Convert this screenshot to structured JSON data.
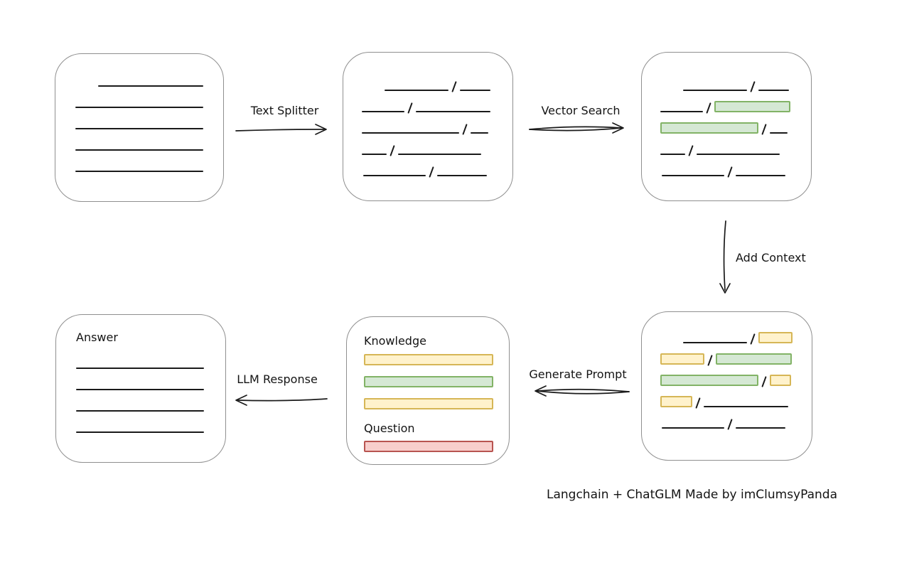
{
  "caption": "Langchain + ChatGLM Made by imClumsyPanda",
  "colors": {
    "green_fill": "#d5e8d4",
    "green_border": "#82b366",
    "yellow_fill": "#fff2cc",
    "yellow_border": "#d6b656",
    "red_fill": "#f8cecc",
    "red_border": "#b85450",
    "box_border": "#8f8f8f",
    "line": "#1a1a1a"
  },
  "arrows": {
    "text_splitter": {
      "label": "Text Splitter",
      "direction": "right"
    },
    "vector_search": {
      "label": "Vector Search",
      "direction": "right"
    },
    "add_context": {
      "label": "Add Context",
      "direction": "down"
    },
    "generate_prompt": {
      "label": "Generate Prompt",
      "direction": "left"
    },
    "llm_response": {
      "label": "LLM Response",
      "direction": "left"
    }
  },
  "boxes": {
    "source_document": {
      "rows": [
        {
          "indent": 32,
          "segments": [
            {
              "kind": "line",
              "w": 148
            }
          ]
        },
        {
          "segments": [
            {
              "kind": "line",
              "w": 180
            }
          ]
        },
        {
          "segments": [
            {
              "kind": "line",
              "w": 180
            }
          ]
        },
        {
          "segments": [
            {
              "kind": "line",
              "w": 180
            }
          ]
        },
        {
          "segments": [
            {
              "kind": "line",
              "w": 180
            }
          ]
        }
      ]
    },
    "split_document": {
      "rows": [
        {
          "indent": 32,
          "segments": [
            {
              "kind": "line",
              "w": 90
            },
            {
              "kind": "slash"
            },
            {
              "kind": "line",
              "w": 43
            }
          ]
        },
        {
          "segments": [
            {
              "kind": "line",
              "w": 60
            },
            {
              "kind": "slash"
            },
            {
              "kind": "line",
              "w": 105
            }
          ]
        },
        {
          "segments": [
            {
              "kind": "line",
              "w": 137
            },
            {
              "kind": "slash"
            },
            {
              "kind": "line",
              "w": 25
            }
          ]
        },
        {
          "segments": [
            {
              "kind": "line",
              "w": 35
            },
            {
              "kind": "slash"
            },
            {
              "kind": "line",
              "w": 117
            }
          ]
        },
        {
          "indent": 2,
          "segments": [
            {
              "kind": "line",
              "w": 88
            },
            {
              "kind": "slash"
            },
            {
              "kind": "line",
              "w": 70
            }
          ]
        }
      ]
    },
    "vector_matches": {
      "rows": [
        {
          "indent": 32,
          "segments": [
            {
              "kind": "line",
              "w": 90
            },
            {
              "kind": "slash"
            },
            {
              "kind": "line",
              "w": 43
            }
          ]
        },
        {
          "segments": [
            {
              "kind": "line",
              "w": 60
            },
            {
              "kind": "slash"
            },
            {
              "kind": "chip",
              "color": "green",
              "w": 107
            }
          ]
        },
        {
          "segments": [
            {
              "kind": "chip",
              "color": "green",
              "w": 138
            },
            {
              "kind": "slash"
            },
            {
              "kind": "line",
              "w": 25
            }
          ]
        },
        {
          "segments": [
            {
              "kind": "line",
              "w": 35
            },
            {
              "kind": "slash"
            },
            {
              "kind": "line",
              "w": 117
            }
          ]
        },
        {
          "indent": 2,
          "segments": [
            {
              "kind": "line",
              "w": 88
            },
            {
              "kind": "slash"
            },
            {
              "kind": "line",
              "w": 70
            }
          ]
        }
      ]
    },
    "context_selection": {
      "rows": [
        {
          "indent": 32,
          "segments": [
            {
              "kind": "line",
              "w": 90
            },
            {
              "kind": "slash"
            },
            {
              "kind": "chip",
              "color": "yellow",
              "w": 48
            }
          ]
        },
        {
          "segments": [
            {
              "kind": "chip",
              "color": "yellow",
              "w": 62
            },
            {
              "kind": "slash"
            },
            {
              "kind": "chip",
              "color": "green",
              "w": 107
            }
          ]
        },
        {
          "segments": [
            {
              "kind": "chip",
              "color": "green",
              "w": 138
            },
            {
              "kind": "slash"
            },
            {
              "kind": "chip",
              "color": "yellow",
              "w": 30
            }
          ]
        },
        {
          "segments": [
            {
              "kind": "chip",
              "color": "yellow",
              "w": 45
            },
            {
              "kind": "slash"
            },
            {
              "kind": "line",
              "w": 119
            }
          ]
        },
        {
          "indent": 2,
          "segments": [
            {
              "kind": "line",
              "w": 88
            },
            {
              "kind": "slash"
            },
            {
              "kind": "line",
              "w": 70
            }
          ]
        }
      ]
    },
    "prompt": {
      "knowledge_label": "Knowledge",
      "question_label": "Question",
      "knowledge_bars": [
        "yellow",
        "green",
        "yellow"
      ],
      "question_bars": [
        "red"
      ]
    },
    "answer": {
      "label": "Answer",
      "rows": [
        {
          "segments": [
            {
              "kind": "line",
              "w": 180
            }
          ]
        },
        {
          "segments": [
            {
              "kind": "line",
              "w": 180
            }
          ]
        },
        {
          "segments": [
            {
              "kind": "line",
              "w": 180
            }
          ]
        },
        {
          "segments": [
            {
              "kind": "line",
              "w": 180
            }
          ]
        }
      ]
    }
  }
}
